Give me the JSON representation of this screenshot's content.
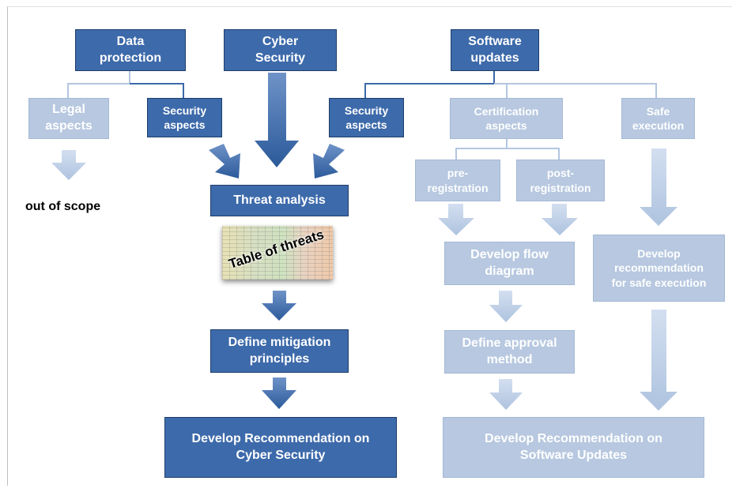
{
  "boxes": {
    "data_protection": "Data\nprotection",
    "cyber_security": "Cyber\nSecurity",
    "software_updates": "Software\nupdates",
    "legal_aspects": "Legal\naspects",
    "security_aspects_left": "Security\naspects",
    "security_aspects_right": "Security\naspects",
    "certification_aspects": "Certification\naspects",
    "safe_execution": "Safe\nexecution",
    "pre_registration": "pre-\nregistration",
    "post_registration": "post-\nregistration",
    "threat_analysis": "Threat analysis",
    "table_of_threats": "Table of threats",
    "define_mitigation": "Define mitigation\nprinciples",
    "develop_cyber": "Develop Recommendation on\nCyber Security",
    "develop_flow": "Develop flow\ndiagram",
    "define_approval": "Define approval\nmethod",
    "develop_safe": "Develop\nrecommendation\nfor safe execution",
    "develop_software": "Develop Recommendation on\nSoftware Updates"
  },
  "out_of_scope": "out of scope",
  "colors": {
    "dark_fill": "#3d6aaa",
    "dark_border": "#1e3e6b",
    "light_fill": "#b7c8e0",
    "light_border": "#a4b9d6"
  }
}
